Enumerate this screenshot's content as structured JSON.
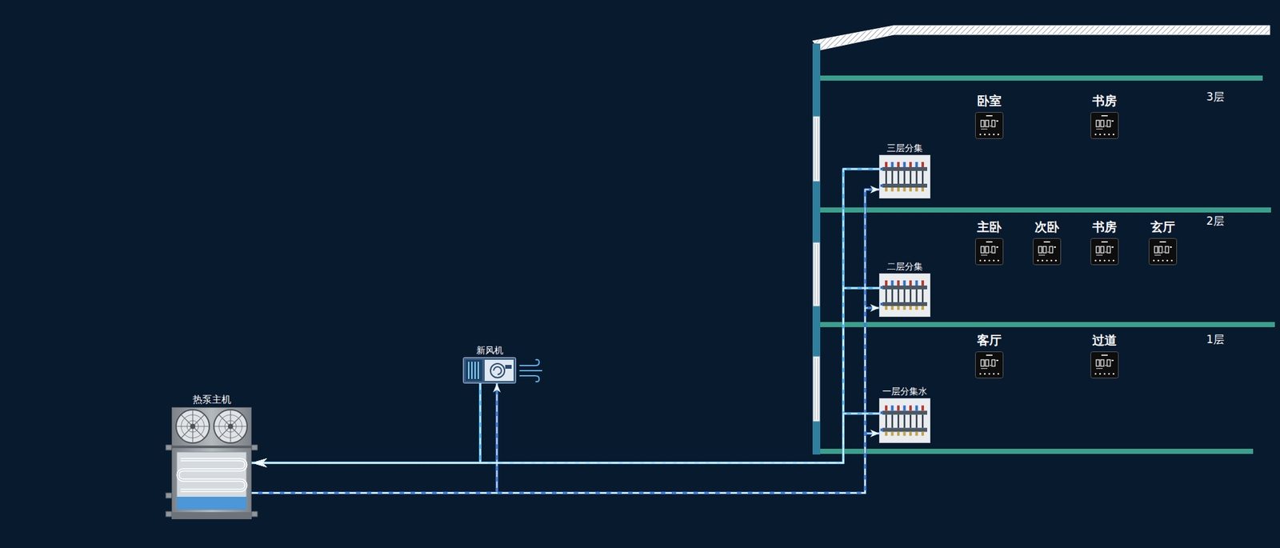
{
  "diagram": {
    "nodes": [
      {
        "text": [
          "卧室"
        ]
      },
      {
        "text": [
          "书房"
        ]
      },
      {
        "text": [
          "三层分集"
        ]
      },
      {
        "text": [
          "主卧"
        ]
      },
      {
        "text": [
          "次卧"
        ]
      },
      {
        "text": [
          "书房"
        ]
      },
      {
        "text": [
          "玄厅"
        ]
      },
      {
        "text": [
          "二层分集"
        ]
      },
      {
        "text": [
          "客厅"
        ]
      },
      {
        "text": [
          "过道"
        ]
      },
      {
        "text": [
          "新风机"
        ]
      },
      {
        "text": [
          "一层分集水"
        ]
      },
      {
        "text": [
          "热泵主机"
        ]
      }
    ],
    "edges": [
      {
        "from": 12,
        "to": 10,
        "arrow": "to"
      },
      {
        "from": 12,
        "to": 11,
        "arrow": "to"
      },
      {
        "from": 12,
        "to": 7,
        "arrow": "to"
      },
      {
        "from": 12,
        "to": 2,
        "arrow": "to"
      },
      {
        "from": 10,
        "to": 12,
        "arrow": "to"
      },
      {
        "from": 11,
        "to": 12,
        "arrow": "to"
      },
      {
        "from": 7,
        "to": 12,
        "arrow": "to"
      },
      {
        "from": 2,
        "to": 12,
        "arrow": "to"
      }
    ],
    "labels": [
      "3层",
      "2层",
      "1层"
    ]
  }
}
